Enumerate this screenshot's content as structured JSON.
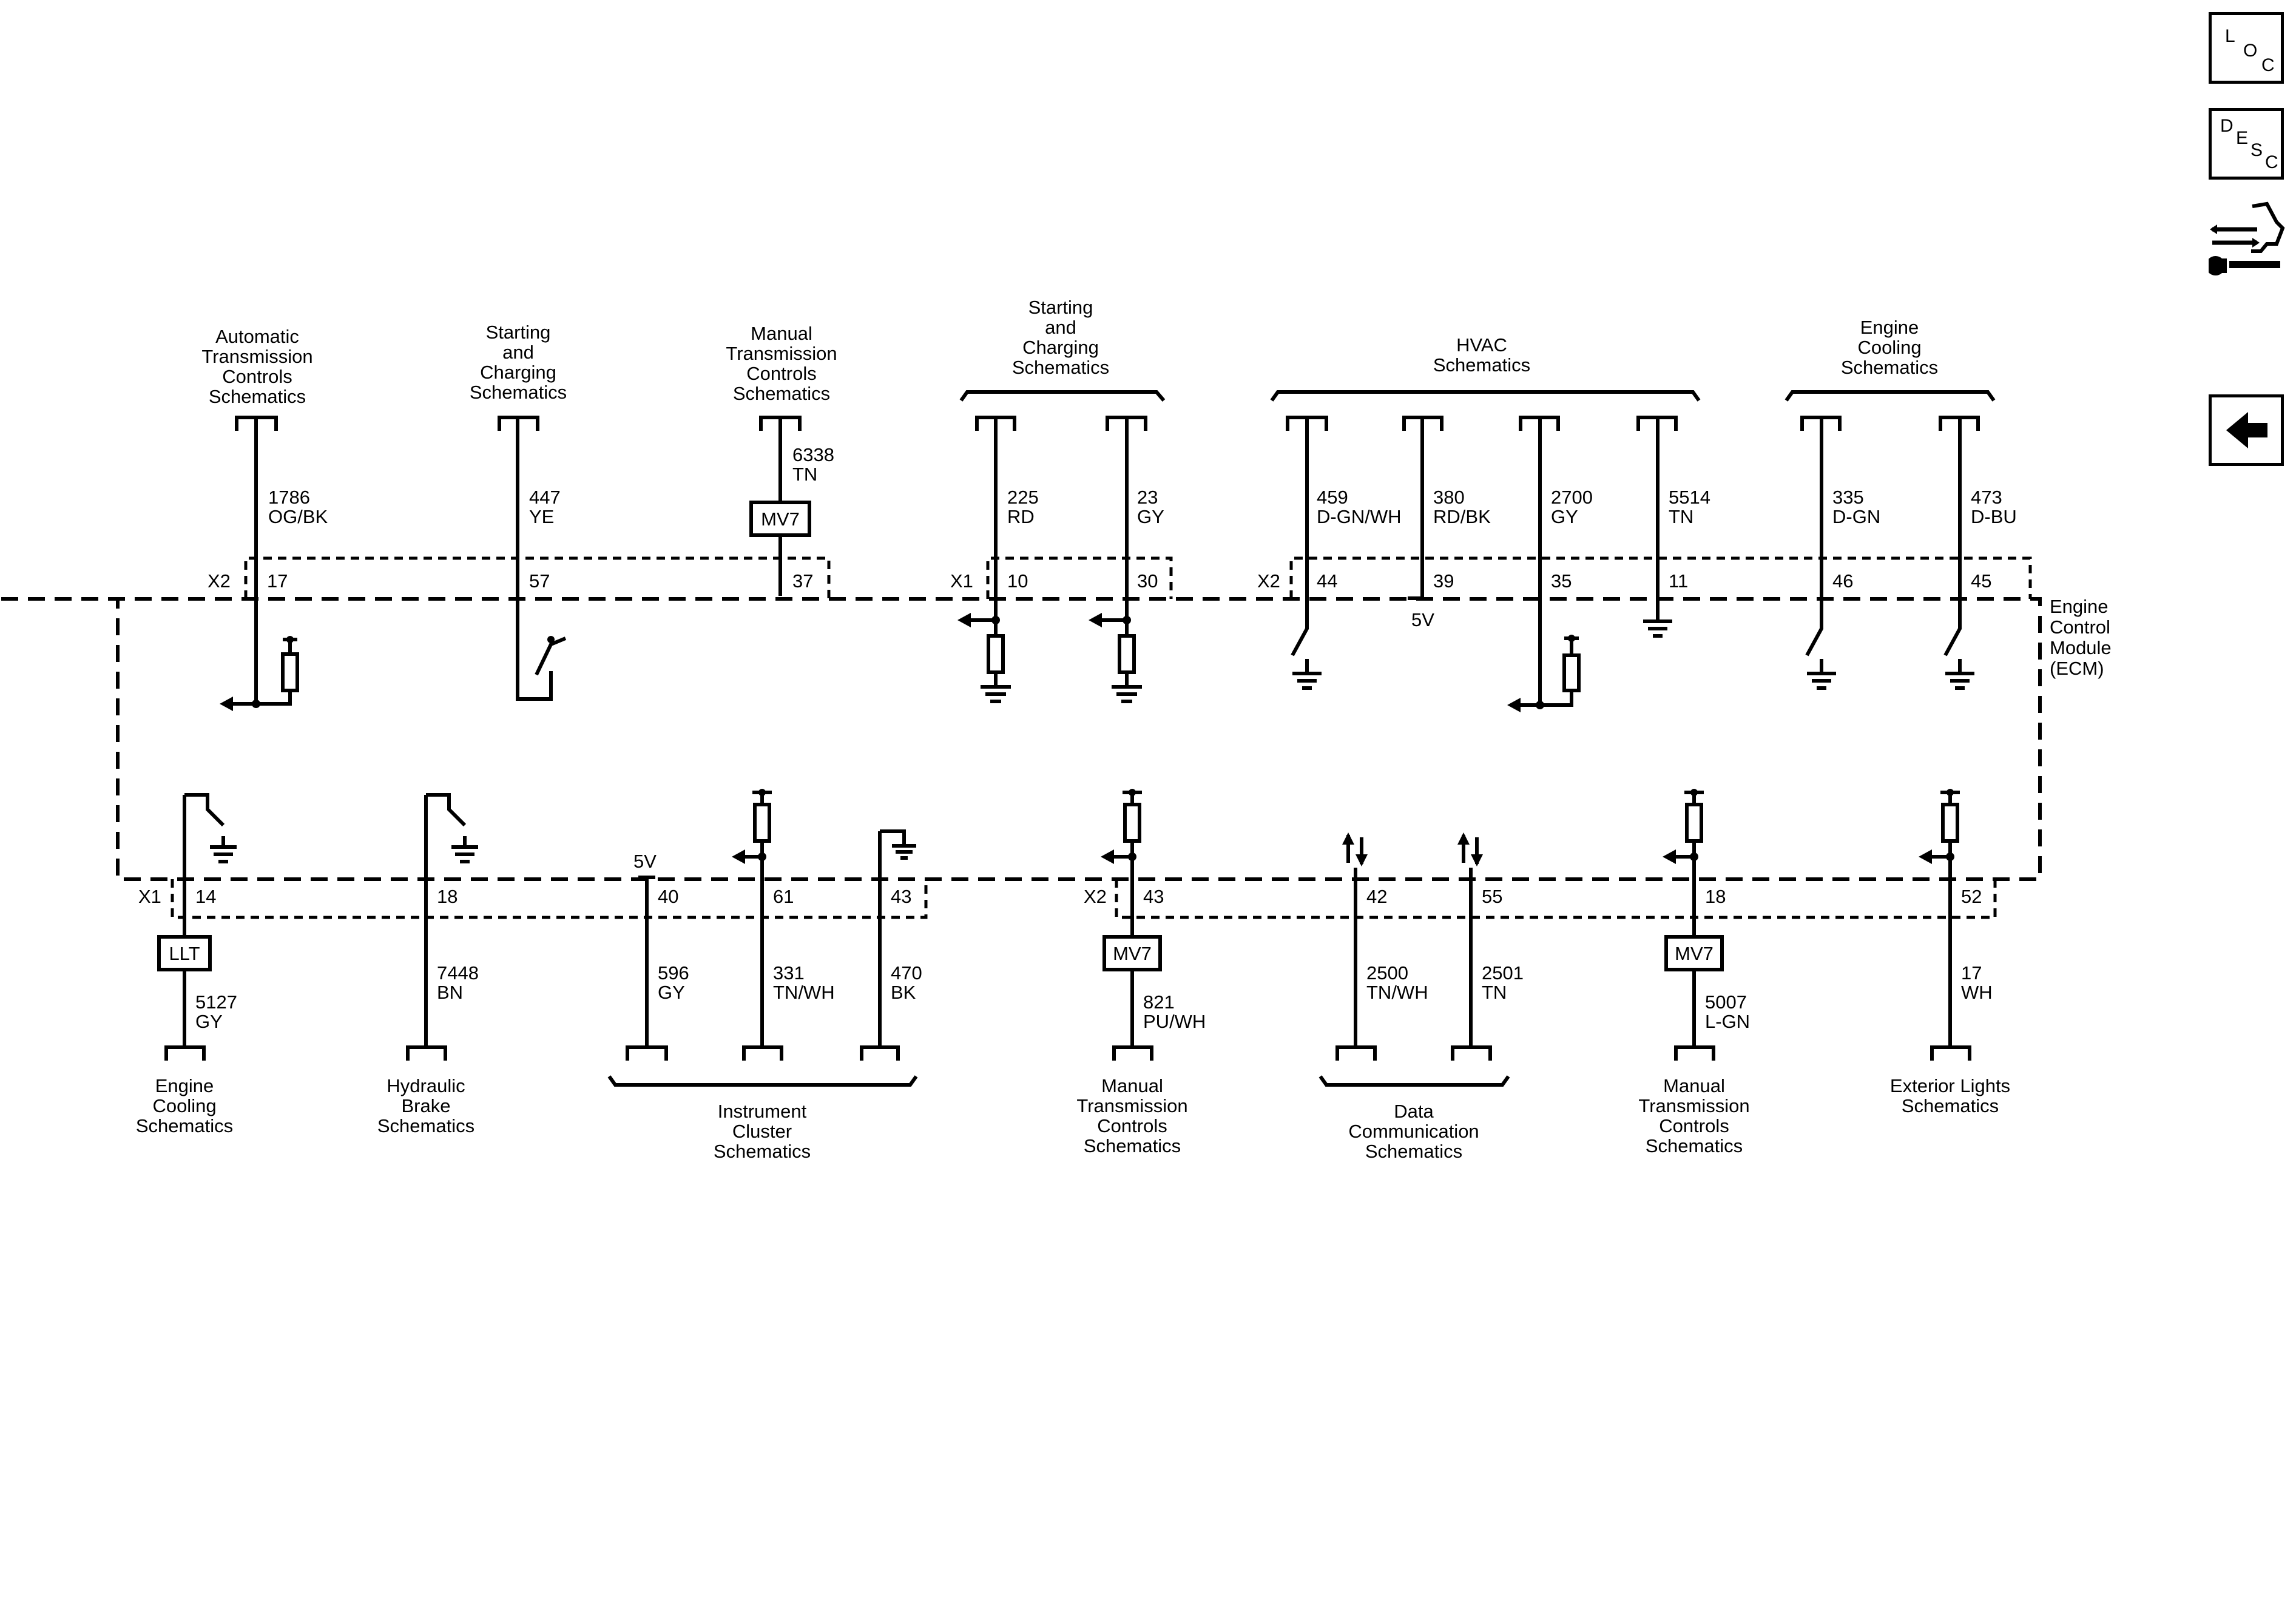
{
  "sidebar": {
    "loc": {
      "l1": "L",
      "l2": "O",
      "l3": "C"
    },
    "desc": {
      "l1": "D",
      "l2": "E",
      "l3": "S",
      "l4": "C"
    },
    "service_icon": "connector-service-icon",
    "back_icon": "back-arrow-icon"
  },
  "module": {
    "line1": "Engine",
    "line2": "Control",
    "line3": "Module",
    "line4": "(ECM)"
  },
  "top": {
    "c1": {
      "dest": [
        "Automatic",
        "Transmission",
        "Controls",
        "Schematics"
      ],
      "circuit": "1786",
      "color": "OG/BK",
      "conn": "X2",
      "pin": "17"
    },
    "c2": {
      "dest": [
        "Starting",
        "and",
        "Charging",
        "Schematics"
      ],
      "circuit": "447",
      "color": "YE",
      "pin": "57"
    },
    "c3": {
      "dest": [
        "Manual",
        "Transmission",
        "Controls",
        "Schematics"
      ],
      "circuit": "6338",
      "color": "TN",
      "splice": "MV7",
      "pin": "37"
    },
    "g4": {
      "dest": [
        "Starting",
        "and",
        "Charging",
        "Schematics"
      ],
      "conn": "X1",
      "a": {
        "circuit": "225",
        "color": "RD",
        "pin": "10"
      },
      "b": {
        "circuit": "23",
        "color": "GY",
        "pin": "30"
      }
    },
    "g5": {
      "dest": [
        "HVAC",
        "Schematics"
      ],
      "conn": "X2",
      "volt": "5V",
      "a": {
        "circuit": "459",
        "color": "D-GN/WH",
        "pin": "44"
      },
      "b": {
        "circuit": "380",
        "color": "RD/BK",
        "pin": "39"
      },
      "c": {
        "circuit": "2700",
        "color": "GY",
        "pin": "35"
      },
      "d": {
        "circuit": "5514",
        "color": "TN",
        "pin": "11"
      }
    },
    "g6": {
      "dest": [
        "Engine",
        "Cooling",
        "Schematics"
      ],
      "a": {
        "circuit": "335",
        "color": "D-GN",
        "pin": "46"
      },
      "b": {
        "circuit": "473",
        "color": "D-BU",
        "pin": "45"
      }
    }
  },
  "bottom": {
    "b1": {
      "conn": "X1",
      "pin": "14",
      "splice": "LLT",
      "circuit": "5127",
      "color": "GY",
      "dest": [
        "Engine",
        "Cooling",
        "Schematics"
      ]
    },
    "b2": {
      "pin": "18",
      "circuit": "7448",
      "color": "BN",
      "dest": [
        "Hydraulic",
        "Brake",
        "Schematics"
      ]
    },
    "g3": {
      "dest": [
        "Instrument",
        "Cluster",
        "Schematics"
      ],
      "volt": "5V",
      "a": {
        "pin": "40",
        "circuit": "596",
        "color": "GY"
      },
      "b": {
        "pin": "61",
        "circuit": "331",
        "color": "TN/WH"
      },
      "c": {
        "pin": "43",
        "circuit": "470",
        "color": "BK"
      }
    },
    "b4": {
      "conn": "X2",
      "pin": "43",
      "splice": "MV7",
      "circuit": "821",
      "color": "PU/WH",
      "dest": [
        "Manual",
        "Transmission",
        "Controls",
        "Schematics"
      ]
    },
    "g5": {
      "dest": [
        "Data",
        "Communication",
        "Schematics"
      ],
      "a": {
        "pin": "42",
        "circuit": "2500",
        "color": "TN/WH"
      },
      "b": {
        "pin": "55",
        "circuit": "2501",
        "color": "TN"
      }
    },
    "b6": {
      "pin": "18",
      "splice": "MV7",
      "circuit": "5007",
      "color": "L-GN",
      "dest": [
        "Manual",
        "Transmission",
        "Controls",
        "Schematics"
      ]
    },
    "b7": {
      "pin": "52",
      "circuit": "17",
      "color": "WH",
      "dest": [
        "Exterior Lights",
        "Schematics"
      ]
    }
  }
}
